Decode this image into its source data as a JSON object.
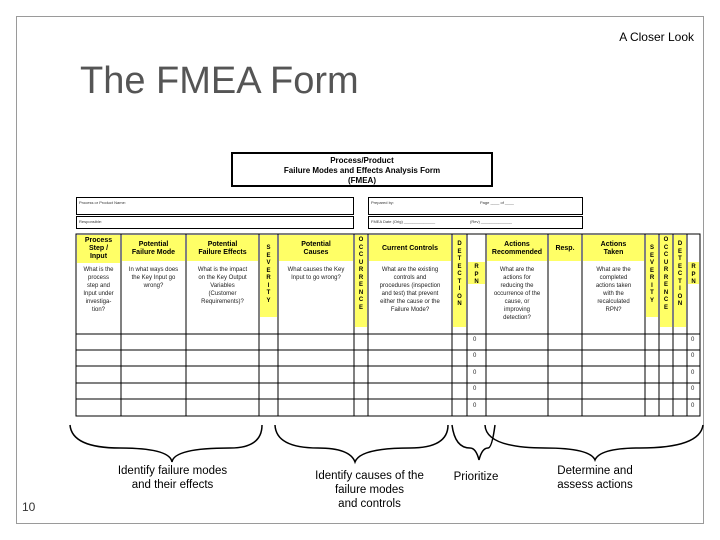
{
  "header": {
    "section": "A Closer Look",
    "title": "The FMEA Form"
  },
  "form": {
    "title_lines": [
      "Process/Product",
      "Failure Modes and Effects Analysis Form",
      "(FMEA)"
    ],
    "info": {
      "process_name": "Process or Product Name:",
      "prepared_by": "Prepared by:",
      "page": "Page ____ of ____",
      "responsible": "Responsible:",
      "fmea_date": "FMEA Date (Orig) ______________",
      "rev": "(Rev) ______________"
    },
    "columns": {
      "process_step": [
        "Process",
        "Step /",
        "Input"
      ],
      "failure_mode": [
        "Potential",
        "Failure Mode"
      ],
      "failure_effects": [
        "Potential",
        "Failure Effects"
      ],
      "potential_causes": [
        "Potential",
        "Causes"
      ],
      "current_controls": "Current Controls",
      "actions": [
        "Actions",
        "Recommended"
      ],
      "resp": "Resp.",
      "actions_taken": [
        "Actions",
        "Taken"
      ],
      "severity": "SEVERITY",
      "occurrence": "OCCURRENCE",
      "detection": "DETECTION",
      "rpn": "RPN"
    },
    "questions": {
      "process_step": [
        "What is the",
        "process",
        "step and",
        "Input under",
        "investiga-",
        "tion?"
      ],
      "failure_mode": [
        "In what ways does",
        "the Key Input go",
        "wrong?"
      ],
      "failure_effects": [
        "What is the impact",
        "on the Key Output",
        "Variables",
        "(Customer",
        "Requirements)?"
      ],
      "potential_causes": [
        "What causes the Key",
        "Input to go wrong?"
      ],
      "current_controls": [
        "What are the existing",
        "controls and",
        "procedures (inspection",
        "and test) that prevent",
        "either the cause or the",
        "Failure Mode?"
      ],
      "actions": [
        "What are the",
        "actions for",
        "reducing the",
        "occurrence of the",
        "cause, or",
        "improving",
        "detection?"
      ],
      "actions_taken": [
        "What are the",
        "completed",
        "actions taken",
        "with the",
        "recalculated",
        "RPN?"
      ]
    },
    "zeros": [
      "0",
      "0",
      "0",
      "0",
      "0"
    ]
  },
  "annotations": {
    "identify_failure": [
      "Identify failure modes",
      "and their effects"
    ],
    "identify_causes": [
      "Identify causes of the",
      "failure modes",
      "and controls"
    ],
    "prioritize": [
      "Prioritize"
    ],
    "determine": [
      "Determine and",
      "assess actions"
    ]
  },
  "page_number": "10"
}
